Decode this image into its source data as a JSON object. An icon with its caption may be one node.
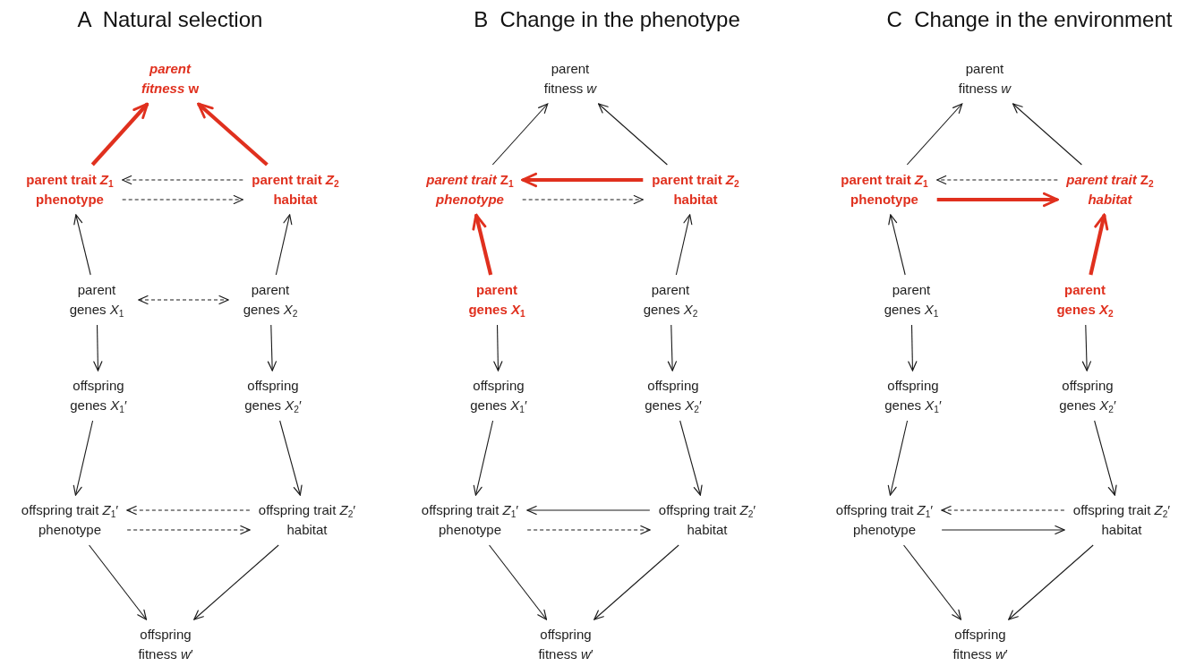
{
  "diagram": {
    "nodes": [
      {
        "text": [
          "*parent fitness* w"
        ]
      },
      {
        "text": [
          "parent trait *Z*$_{1}$",
          "phenotype"
        ]
      },
      {
        "text": [
          "parent trait *Z*$_{2}$",
          "habitat"
        ]
      },
      {
        "text": [
          "parent genes *X*$_{1}$"
        ]
      },
      {
        "text": [
          "parent genes *X*$_{2}$"
        ]
      },
      {
        "text": [
          "offspring genes *X*$_{1}$′"
        ]
      },
      {
        "text": [
          "offspring genes *X*$_{2}$′"
        ]
      },
      {
        "text": [
          "offspring trait *Z*$_{1}$′",
          "phenotype"
        ]
      },
      {
        "text": [
          "offspring trait *Z*$_{2}$′",
          "habitat"
        ]
      },
      {
        "text": [
          "offspring fitness *w*′"
        ]
      },
      {
        "text": [
          "parent fitness *w*"
        ]
      },
      {
        "text": [
          "*parent trait* Z$_{1}$",
          "*phenotype*"
        ]
      },
      {
        "text": [
          "parent trait *Z*$_{2}$",
          "habitat"
        ]
      },
      {
        "text": [
          "parent genes *X*$_{1}$"
        ]
      },
      {
        "text": [
          "parent genes *X*$_{2}$"
        ]
      },
      {
        "text": [
          "offspring genes *X*$_{1}$′"
        ]
      },
      {
        "text": [
          "offspring genes *X*$_{2}$′"
        ]
      },
      {
        "text": [
          "offspring trait *Z*$_{1}$′",
          "phenotype"
        ]
      },
      {
        "text": [
          "offspring trait *Z*$_{2}$′",
          "habitat"
        ]
      },
      {
        "text": [
          "offspring fitness *w*′"
        ]
      },
      {
        "text": [
          "parent fitness *w*"
        ]
      },
      {
        "text": [
          "parent trait *Z*$_{1}$",
          "phenotype"
        ]
      },
      {
        "text": [
          "*parent trait* Z$_{2}$",
          "*habitat*"
        ]
      },
      {
        "text": [
          "parent genes *X*$_{1}$"
        ]
      },
      {
        "text": [
          "parent genes *X*$_{2}$"
        ]
      },
      {
        "text": [
          "offspring genes *X*$_{1}$′"
        ]
      },
      {
        "text": [
          "offspring genes *X*$_{2}$′"
        ]
      },
      {
        "text": [
          "offspring trait *Z*$_{1}$′",
          "phenotype"
        ]
      },
      {
        "text": [
          "offspring trait *Z*$_{2}$′",
          "habitat"
        ]
      },
      {
        "text": [
          "offspring fitness *w*′"
        ]
      }
    ],
    "edges": [
      {
        "from": 1,
        "to": 0,
        "arrow": "to",
        "style": "thick",
        "color": "#e0301e"
      },
      {
        "from": 2,
        "to": 0,
        "arrow": "to",
        "style": "thick",
        "color": "#e0301e"
      },
      {
        "from": 2,
        "to": 1,
        "arrow": "to",
        "style": "dashed"
      },
      {
        "from": 1,
        "to": 2,
        "arrow": "to",
        "style": "dashed"
      },
      {
        "from": 3,
        "to": 1,
        "arrow": "to"
      },
      {
        "from": 4,
        "to": 2,
        "arrow": "to"
      },
      {
        "from": 3,
        "to": 4,
        "arrow": "both",
        "style": "dashed"
      },
      {
        "from": 3,
        "to": 5,
        "arrow": "to"
      },
      {
        "from": 4,
        "to": 6,
        "arrow": "to"
      },
      {
        "from": 5,
        "to": 7,
        "arrow": "to"
      },
      {
        "from": 6,
        "to": 8,
        "arrow": "to"
      },
      {
        "from": 8,
        "to": 7,
        "arrow": "to",
        "style": "dashed"
      },
      {
        "from": 7,
        "to": 8,
        "arrow": "to",
        "style": "dashed"
      },
      {
        "from": 7,
        "to": 9,
        "arrow": "to"
      },
      {
        "from": 8,
        "to": 9,
        "arrow": "to"
      },
      {
        "from": 11,
        "to": 10,
        "arrow": "to"
      },
      {
        "from": 12,
        "to": 10,
        "arrow": "to"
      },
      {
        "from": 12,
        "to": 11,
        "arrow": "to",
        "style": "thick",
        "color": "#e0301e"
      },
      {
        "from": 11,
        "to": 12,
        "arrow": "to",
        "style": "dashed"
      },
      {
        "from": 13,
        "to": 11,
        "arrow": "to",
        "style": "thick",
        "color": "#e0301e"
      },
      {
        "from": 14,
        "to": 12,
        "arrow": "to"
      },
      {
        "from": 13,
        "to": 15,
        "arrow": "to"
      },
      {
        "from": 14,
        "to": 16,
        "arrow": "to"
      },
      {
        "from": 15,
        "to": 17,
        "arrow": "to"
      },
      {
        "from": 16,
        "to": 18,
        "arrow": "to"
      },
      {
        "from": 18,
        "to": 17,
        "arrow": "to"
      },
      {
        "from": 17,
        "to": 18,
        "arrow": "to",
        "style": "dashed"
      },
      {
        "from": 17,
        "to": 19,
        "arrow": "to"
      },
      {
        "from": 18,
        "to": 19,
        "arrow": "to"
      },
      {
        "from": 21,
        "to": 20,
        "arrow": "to"
      },
      {
        "from": 22,
        "to": 20,
        "arrow": "to"
      },
      {
        "from": 22,
        "to": 21,
        "arrow": "to",
        "style": "dashed"
      },
      {
        "from": 21,
        "to": 22,
        "arrow": "to",
        "style": "thick",
        "color": "#e0301e"
      },
      {
        "from": 23,
        "to": 21,
        "arrow": "to"
      },
      {
        "from": 24,
        "to": 22,
        "arrow": "to",
        "style": "thick",
        "color": "#e0301e"
      },
      {
        "from": 23,
        "to": 25,
        "arrow": "to"
      },
      {
        "from": 24,
        "to": 26,
        "arrow": "to"
      },
      {
        "from": 25,
        "to": 27,
        "arrow": "to"
      },
      {
        "from": 26,
        "to": 28,
        "arrow": "to"
      },
      {
        "from": 28,
        "to": 27,
        "arrow": "to",
        "style": "dashed"
      },
      {
        "from": 27,
        "to": 28,
        "arrow": "to"
      },
      {
        "from": 27,
        "to": 29,
        "arrow": "to"
      },
      {
        "from": 28,
        "to": 29,
        "arrow": "to"
      }
    ],
    "labels": [
      "A  Natural selection",
      "B  Change in the phenotype",
      "C  Change in the environment"
    ]
  }
}
